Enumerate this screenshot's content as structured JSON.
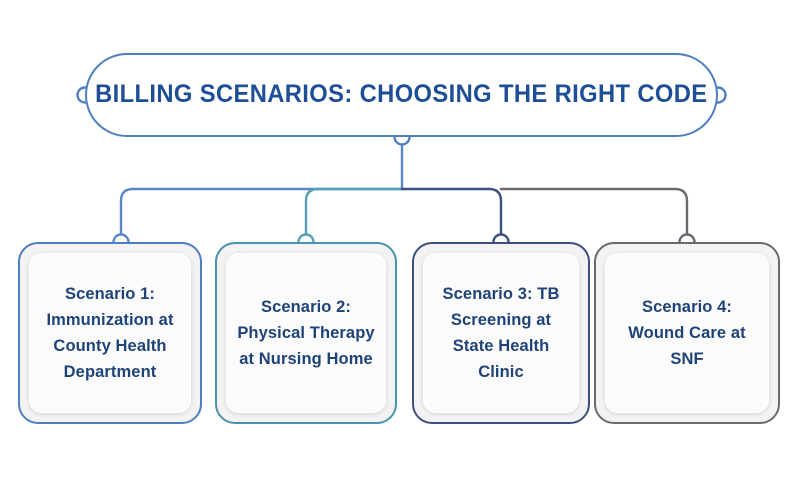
{
  "diagram": {
    "type": "hierarchy-tree",
    "background_color": "#ffffff",
    "title": {
      "label": "BILLING SCENARIOS: CHOOSING THE RIGHT CODE",
      "text_color": "#1d4e96",
      "border_color": "#4f7fc0"
    },
    "nodes": [
      {
        "id": "scenario-1",
        "label": "Scenario 1: Immunization at County Health Department",
        "border_color": "#4f7fc0",
        "text_color": "#1f4378",
        "connector_color": "#5a87c8"
      },
      {
        "id": "scenario-2",
        "label": "Scenario 2: Physical Therapy at Nursing Home",
        "border_color": "#4b93ad",
        "text_color": "#1f4378",
        "connector_color": "#56a0b4"
      },
      {
        "id": "scenario-3",
        "label": "Scenario 3: TB Screening at State Health Clinic",
        "border_color": "#3c4f7f",
        "text_color": "#1f4378",
        "connector_color": "#3c4f7f"
      },
      {
        "id": "scenario-4",
        "label": "Scenario 4: Wound Care at SNF",
        "border_color": "#6b6870",
        "text_color": "#1f4378",
        "connector_color": "#6b6870"
      }
    ],
    "connector_nodes": [
      {
        "name": "title-left-port"
      },
      {
        "name": "title-right-port"
      },
      {
        "name": "title-bottom-port"
      },
      {
        "name": "scenario-1-port"
      },
      {
        "name": "scenario-2-port"
      },
      {
        "name": "scenario-3-port"
      },
      {
        "name": "scenario-4-port"
      }
    ]
  }
}
